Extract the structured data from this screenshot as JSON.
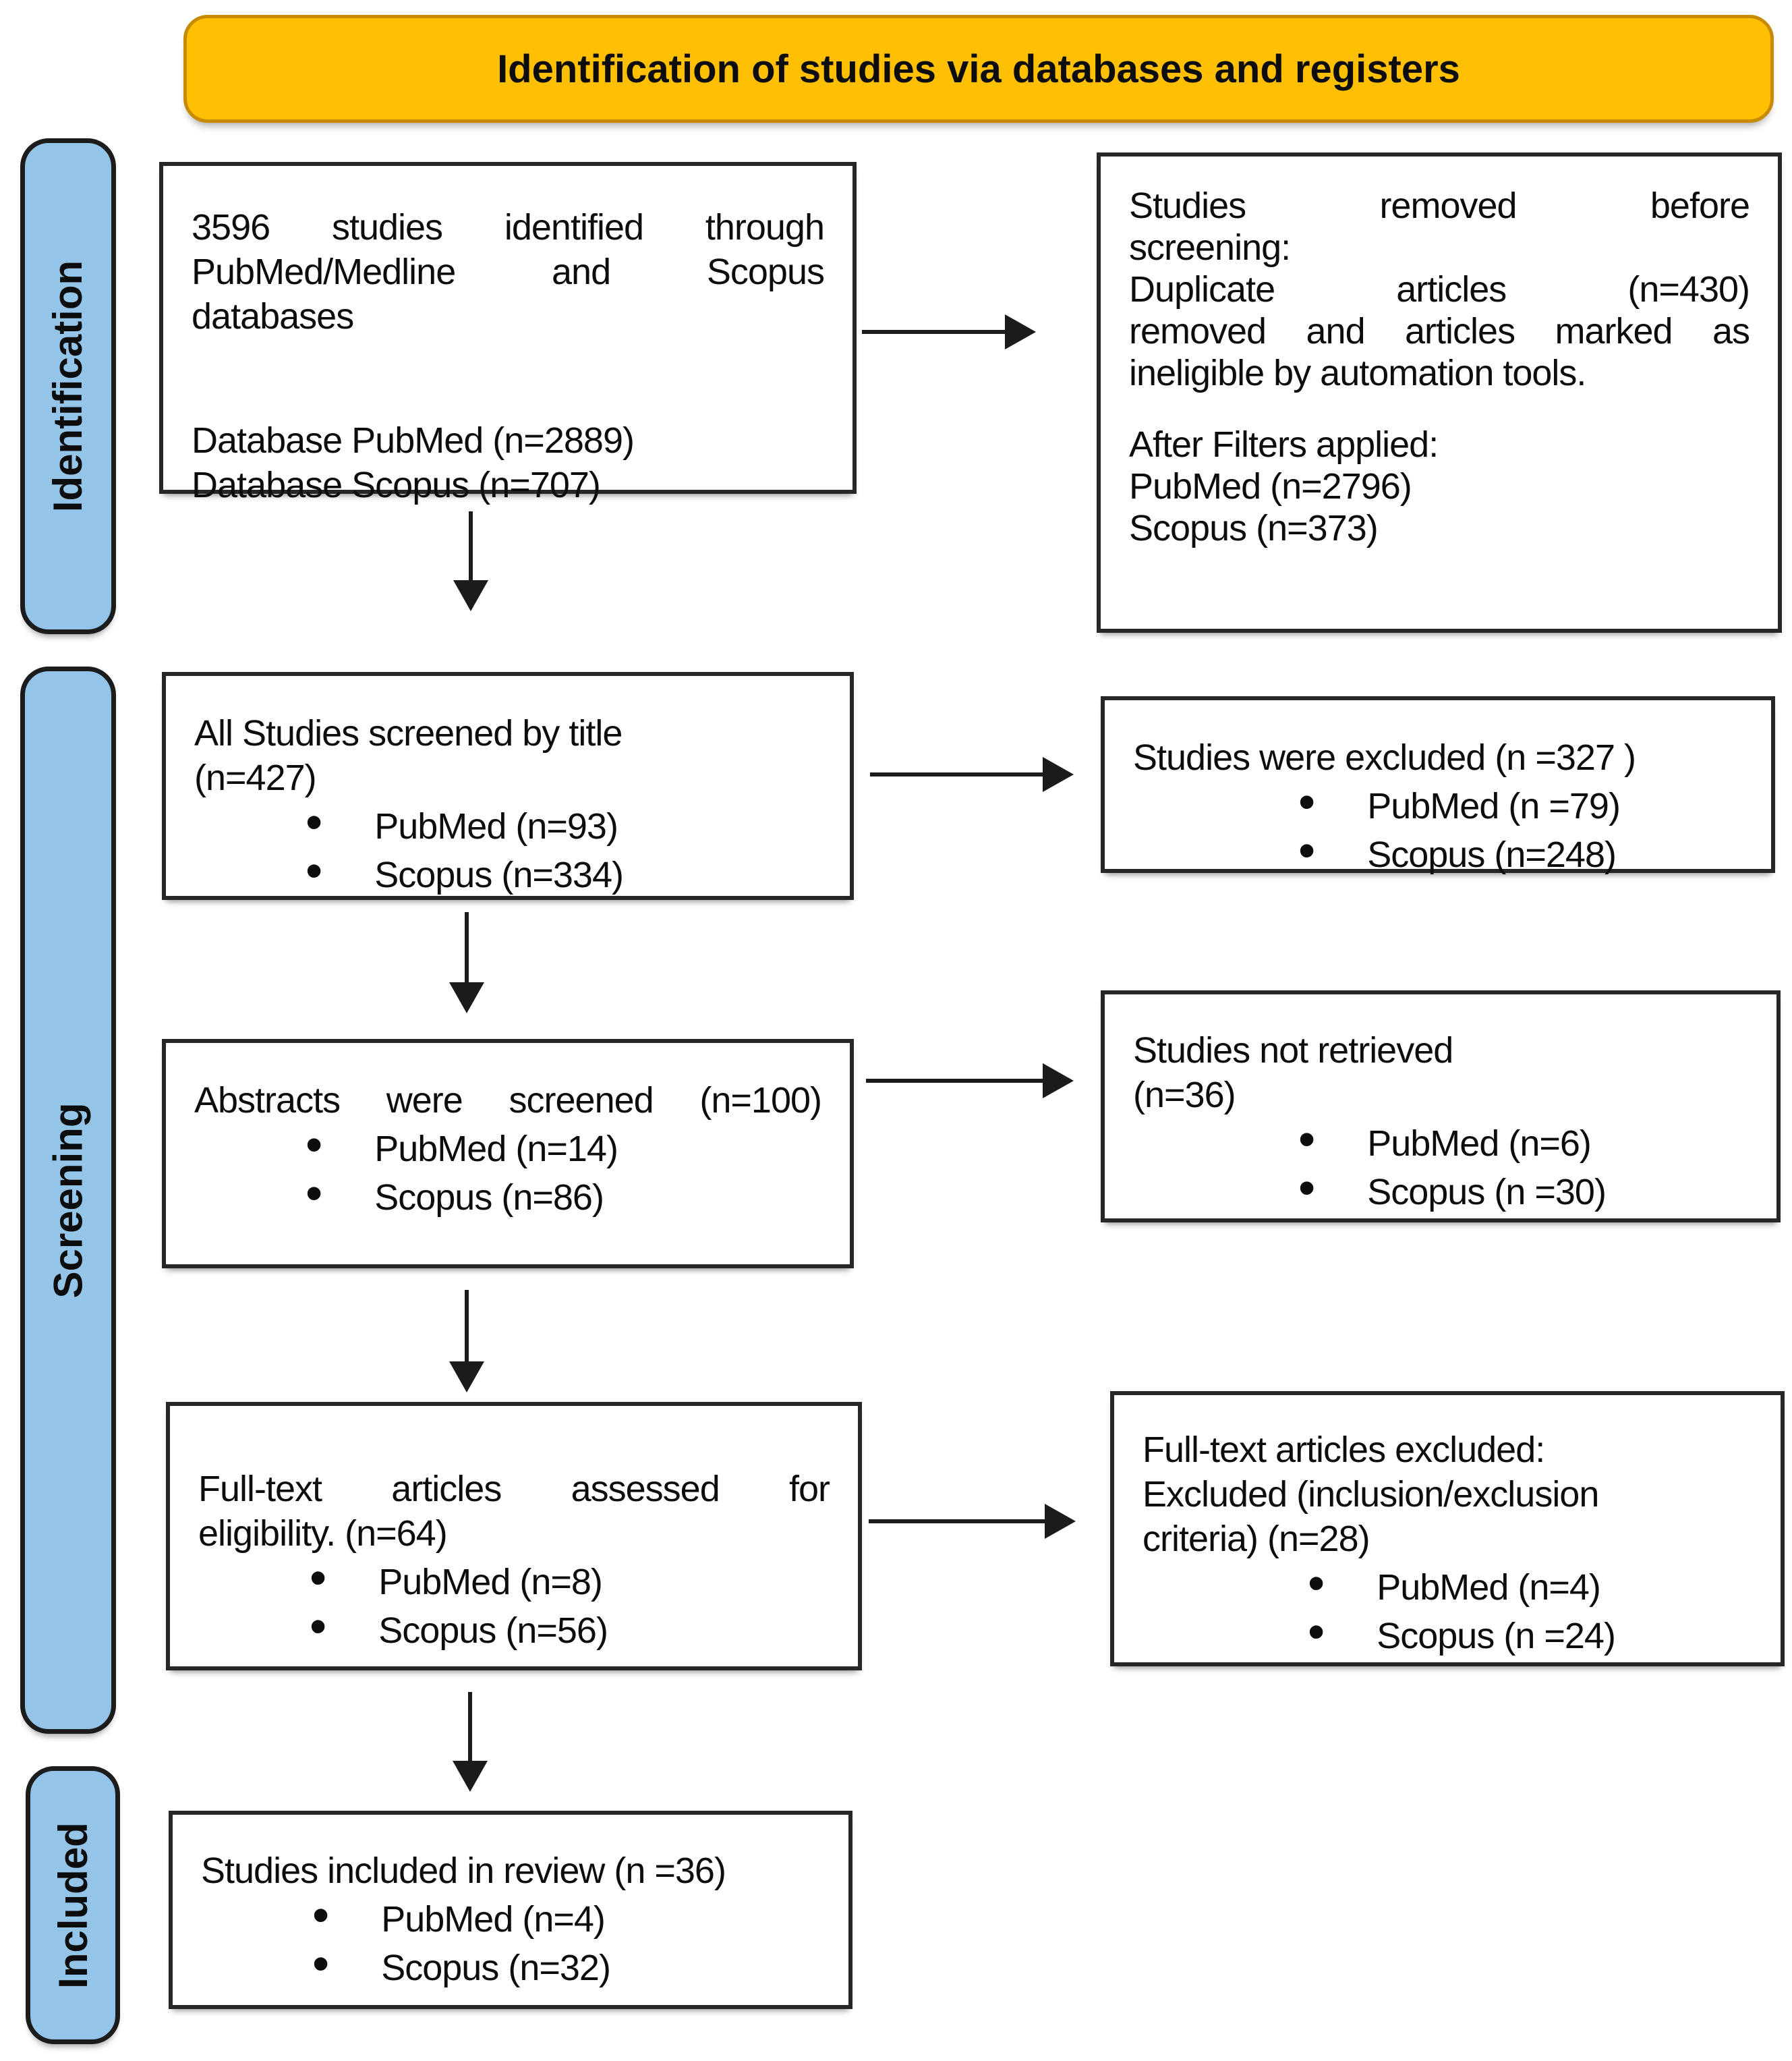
{
  "banner": {
    "title": "Identification of studies via databases and registers",
    "bg_color": "#FFC004",
    "border_color": "#C88A00"
  },
  "stages": {
    "identification": "Identification",
    "screening": "Screening",
    "included": "Included",
    "bar_color": "#94C5E9"
  },
  "boxes": {
    "identified": {
      "lines": {
        "l0": "3596 studies identified through",
        "l1": "PubMed/Medline and Scopus",
        "l2": "databases",
        "l3": "Database PubMed (n=2889)",
        "l4": "Database Scopus (n=707)"
      }
    },
    "removed": {
      "lines": {
        "l0": "Studies removed before",
        "l1": "screening:",
        "l2": "Duplicate articles (n=430)",
        "l3": "removed and articles marked as",
        "l4": "ineligible by automation tools.",
        "l5": "After Filters applied:",
        "l6": "PubMed (n=2796)",
        "l7": "Scopus (n=373)"
      }
    },
    "screened_by_title": {
      "lines": {
        "l0": "All Studies screened by title",
        "l1": "(n=427)"
      },
      "bullets": {
        "b0": "PubMed (n=93)",
        "b1": "Scopus (n=334)"
      }
    },
    "excluded_by_title": {
      "lines": {
        "l0": "Studies were excluded (n =327 )"
      },
      "bullets": {
        "b0": "PubMed (n =79)",
        "b1": "Scopus (n=248)"
      }
    },
    "abstracts_screened": {
      "lines": {
        "l0": "Abstracts were screened (n=100)"
      },
      "bullets": {
        "b0": "PubMed (n=14)",
        "b1": "Scopus (n=86)"
      }
    },
    "not_retrieved": {
      "lines": {
        "l0": "Studies not retrieved",
        "l1": "(n=36)"
      },
      "bullets": {
        "b0": "PubMed (n=6)",
        "b1": "Scopus (n =30)"
      }
    },
    "fulltext_assessed": {
      "lines": {
        "l0": "Full-text articles assessed for",
        "l1": "eligibility. (n=64)"
      },
      "bullets": {
        "b0": "PubMed (n=8)",
        "b1": "Scopus (n=56)"
      }
    },
    "fulltext_excluded": {
      "lines": {
        "l0": "Full-text articles excluded:",
        "l1": "Excluded (inclusion/exclusion",
        "l2": "criteria) (n=28)"
      },
      "bullets": {
        "b0": "PubMed (n=4)",
        "b1": "Scopus (n =24)"
      }
    },
    "included_in_review": {
      "lines": {
        "l0": "Studies included in review (n =36)"
      },
      "bullets": {
        "b0": "PubMed (n=4)",
        "b1": "Scopus (n=32)"
      }
    }
  }
}
